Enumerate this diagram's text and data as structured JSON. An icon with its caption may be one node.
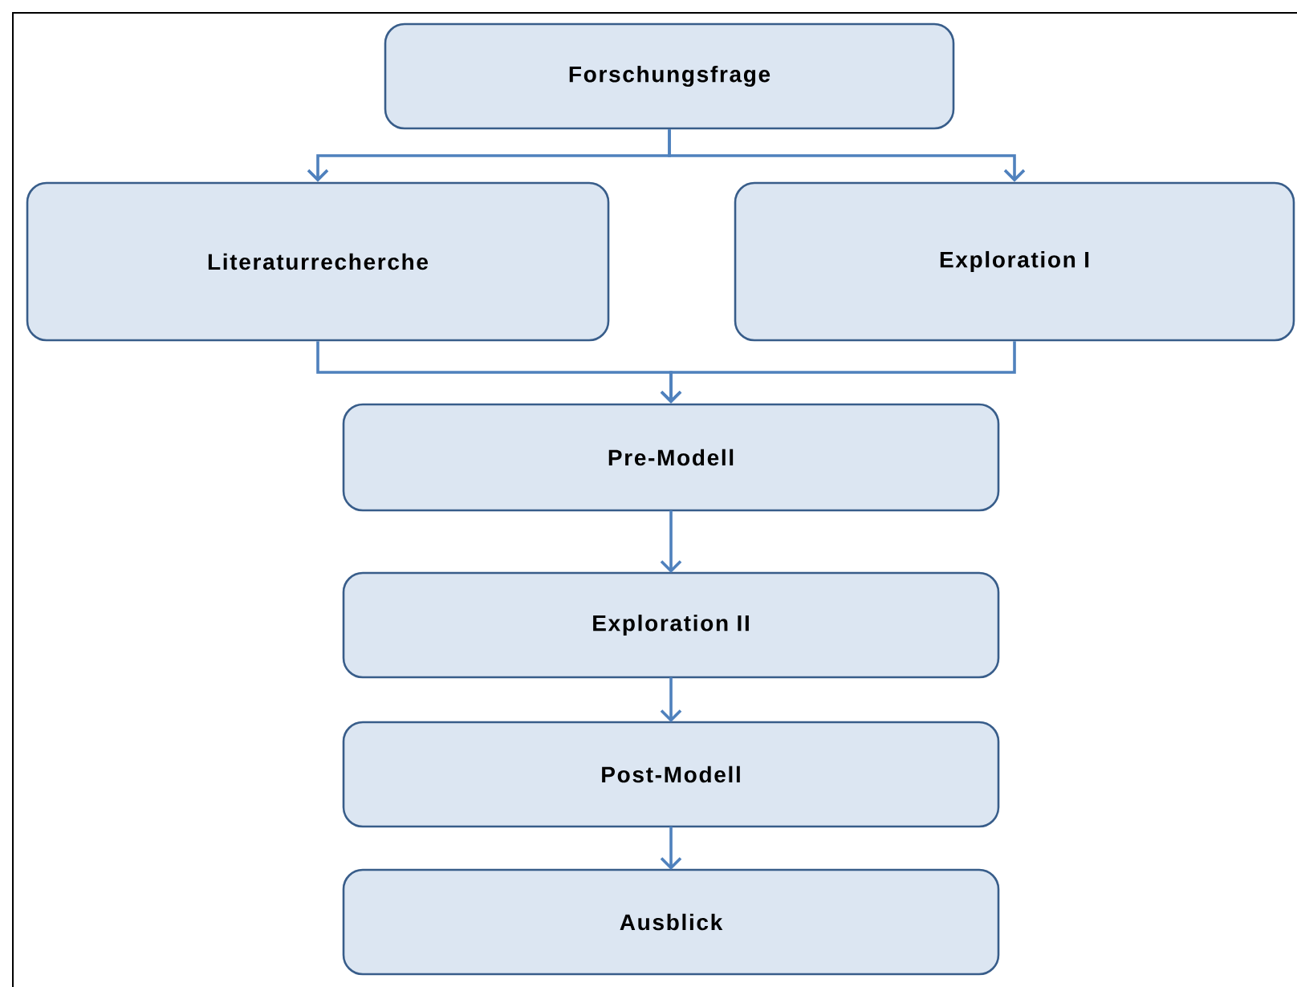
{
  "diagram": {
    "nodes": [
      {
        "text": [
          "Forschungsfrage"
        ]
      },
      {
        "text": [
          "Literaturrecherche"
        ]
      },
      {
        "text": [
          "Exploration I"
        ]
      },
      {
        "text": [
          "Pre-Modell"
        ]
      },
      {
        "text": [
          "Exploration II"
        ]
      },
      {
        "text": [
          "Post-Modell"
        ]
      },
      {
        "text": [
          "Ausblick"
        ]
      }
    ],
    "edges": [
      {
        "from": 0,
        "to": 1,
        "arrow": "to"
      },
      {
        "from": 0,
        "to": 2,
        "arrow": "to"
      },
      {
        "from": 1,
        "to": 3,
        "arrow": "to"
      },
      {
        "from": 2,
        "to": 3,
        "arrow": "to"
      },
      {
        "from": 3,
        "to": 4,
        "arrow": "to"
      },
      {
        "from": 4,
        "to": 5,
        "arrow": "to"
      },
      {
        "from": 5,
        "to": 6,
        "arrow": "to"
      }
    ]
  }
}
